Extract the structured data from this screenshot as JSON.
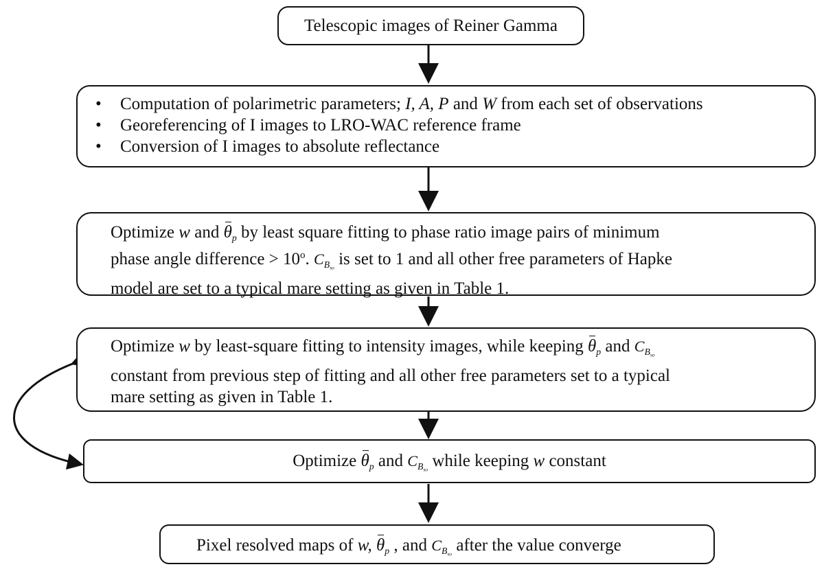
{
  "diagram": {
    "node1": {
      "text": "Telescopic images of Reiner Gamma"
    },
    "node2": {
      "bullet": "•",
      "item1_text": "Computation of polarimetric parameters; ",
      "item1_vars": "I, A, P",
      "item1_and": " and ",
      "item1_w": "W",
      "item1_end": " from each set of observations",
      "item2_text": "Georeferencing of I images to LRO-WAC reference frame",
      "item3_text": "Conversion of I images to absolute reflectance"
    },
    "node3": {
      "t1": "Optimize ",
      "w": "w",
      "t2": " and ",
      "theta": "θ",
      "p": "p",
      "t3": " by least square fitting to phase ratio image pairs of minimum",
      "line2a": "phase angle difference > 10",
      "deg": "o",
      "line2b": ". ",
      "c": "C",
      "b": "B",
      "so": "so",
      "line2c": " is set to 1 and all other free parameters of Hapke",
      "line3": "model are set to a typical mare setting as given in Table 1."
    },
    "node4": {
      "t1": "Optimize ",
      "w": "w",
      "t2": " by least-square fitting to intensity images, while keeping ",
      "theta": "θ",
      "p": "p",
      "t3": " and ",
      "c": "C",
      "b": "B",
      "so": "so",
      "line2": "constant from previous step of fitting and all other free parameters set to a typical",
      "line3": "mare setting as given in Table 1."
    },
    "node5": {
      "t1": "Optimize ",
      "theta": "θ",
      "p": "p",
      "t2": " and ",
      "c": "C",
      "b": "B",
      "so": "so",
      "t3": " while keeping ",
      "w": "w",
      "t4": " constant"
    },
    "node6": {
      "t1": "Pixel resolved maps of ",
      "w": "w,",
      "theta": "θ",
      "p": "p",
      "comma": " ,",
      "t2": " and ",
      "c": "C",
      "b": "B",
      "so": "so",
      "t3": " after the value converge"
    }
  }
}
